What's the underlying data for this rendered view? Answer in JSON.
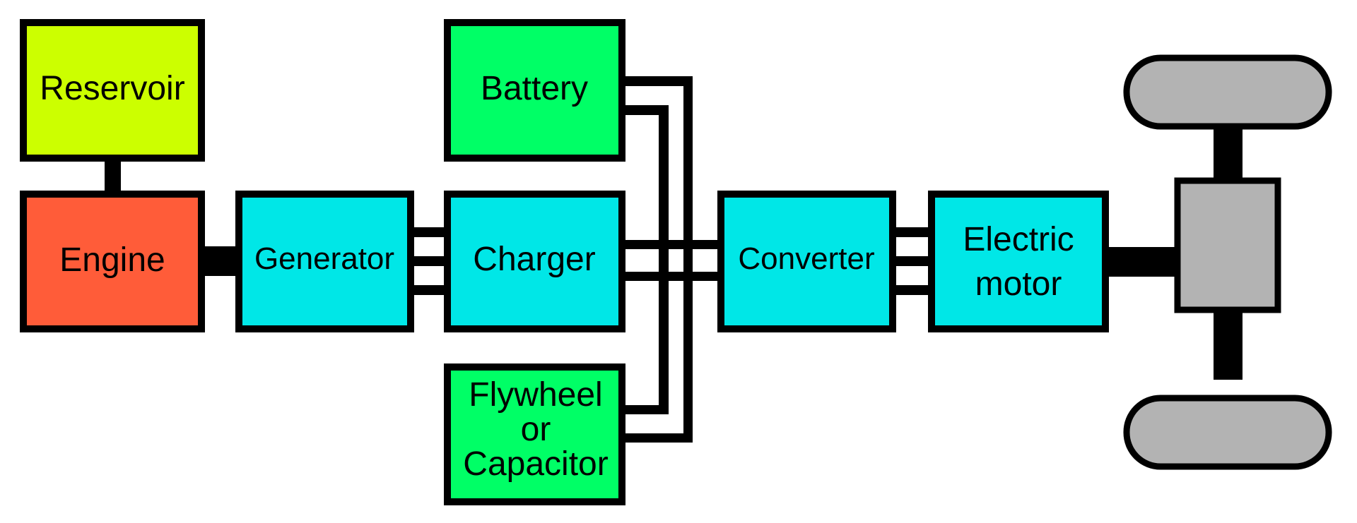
{
  "diagram": {
    "type": "block-diagram",
    "subject": "series hybrid vehicle drivetrain",
    "colors": {
      "fuel": "#ccff00",
      "engine": "#ff5c39",
      "electric": "#00e7e7",
      "storage": "#00ff66",
      "mechanical": "#b3b3b3",
      "line": "#000000"
    },
    "nodes": {
      "reservoir": {
        "label": "Reservoir"
      },
      "engine": {
        "label": "Engine"
      },
      "generator": {
        "label": "Generator"
      },
      "charger": {
        "label": "Charger"
      },
      "battery": {
        "label": "Battery"
      },
      "flywheel": {
        "lines": [
          "Flywheel",
          "or",
          "Capacitor"
        ]
      },
      "converter": {
        "label": "Converter"
      },
      "motor": {
        "lines": [
          "Electric",
          "motor"
        ]
      },
      "gearbox": {
        "label": ""
      },
      "wheel_top": {
        "label": ""
      },
      "wheel_bottom": {
        "label": ""
      }
    },
    "connections": [
      {
        "from": "reservoir",
        "to": "engine",
        "kind": "fuel-line"
      },
      {
        "from": "engine",
        "to": "generator",
        "kind": "shaft"
      },
      {
        "from": "generator",
        "to": "charger",
        "kind": "three-phase"
      },
      {
        "from": "battery",
        "to": "converter",
        "kind": "dc-bus"
      },
      {
        "from": "flywheel",
        "to": "converter",
        "kind": "dc-bus"
      },
      {
        "from": "charger",
        "to": "converter",
        "kind": "dc-bus"
      },
      {
        "from": "converter",
        "to": "motor",
        "kind": "three-phase"
      },
      {
        "from": "motor",
        "to": "gearbox",
        "kind": "shaft"
      },
      {
        "from": "gearbox",
        "to": "wheel_top",
        "kind": "axle"
      },
      {
        "from": "gearbox",
        "to": "wheel_bottom",
        "kind": "axle"
      }
    ]
  }
}
